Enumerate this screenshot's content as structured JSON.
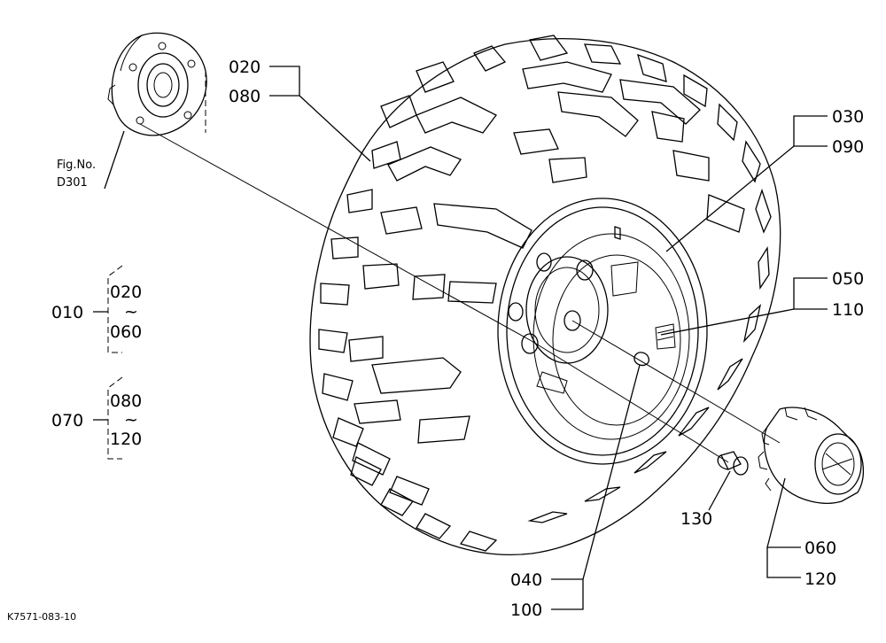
{
  "callouts": {
    "c020a": "020",
    "c080a": "080",
    "c030": "030",
    "c090": "090",
    "c050": "050",
    "c110": "110",
    "c130": "130",
    "c060": "060",
    "c120": "120",
    "c040": "040",
    "c100": "100"
  },
  "groups": [
    {
      "id": "010",
      "from": "020",
      "tilde": "~",
      "to": "060"
    },
    {
      "id": "070",
      "from": "080",
      "tilde": "~",
      "to": "120"
    }
  ],
  "figref": {
    "line1": "Fig.No.",
    "line2": "D301"
  },
  "drawing_id": "K7571-083-10"
}
